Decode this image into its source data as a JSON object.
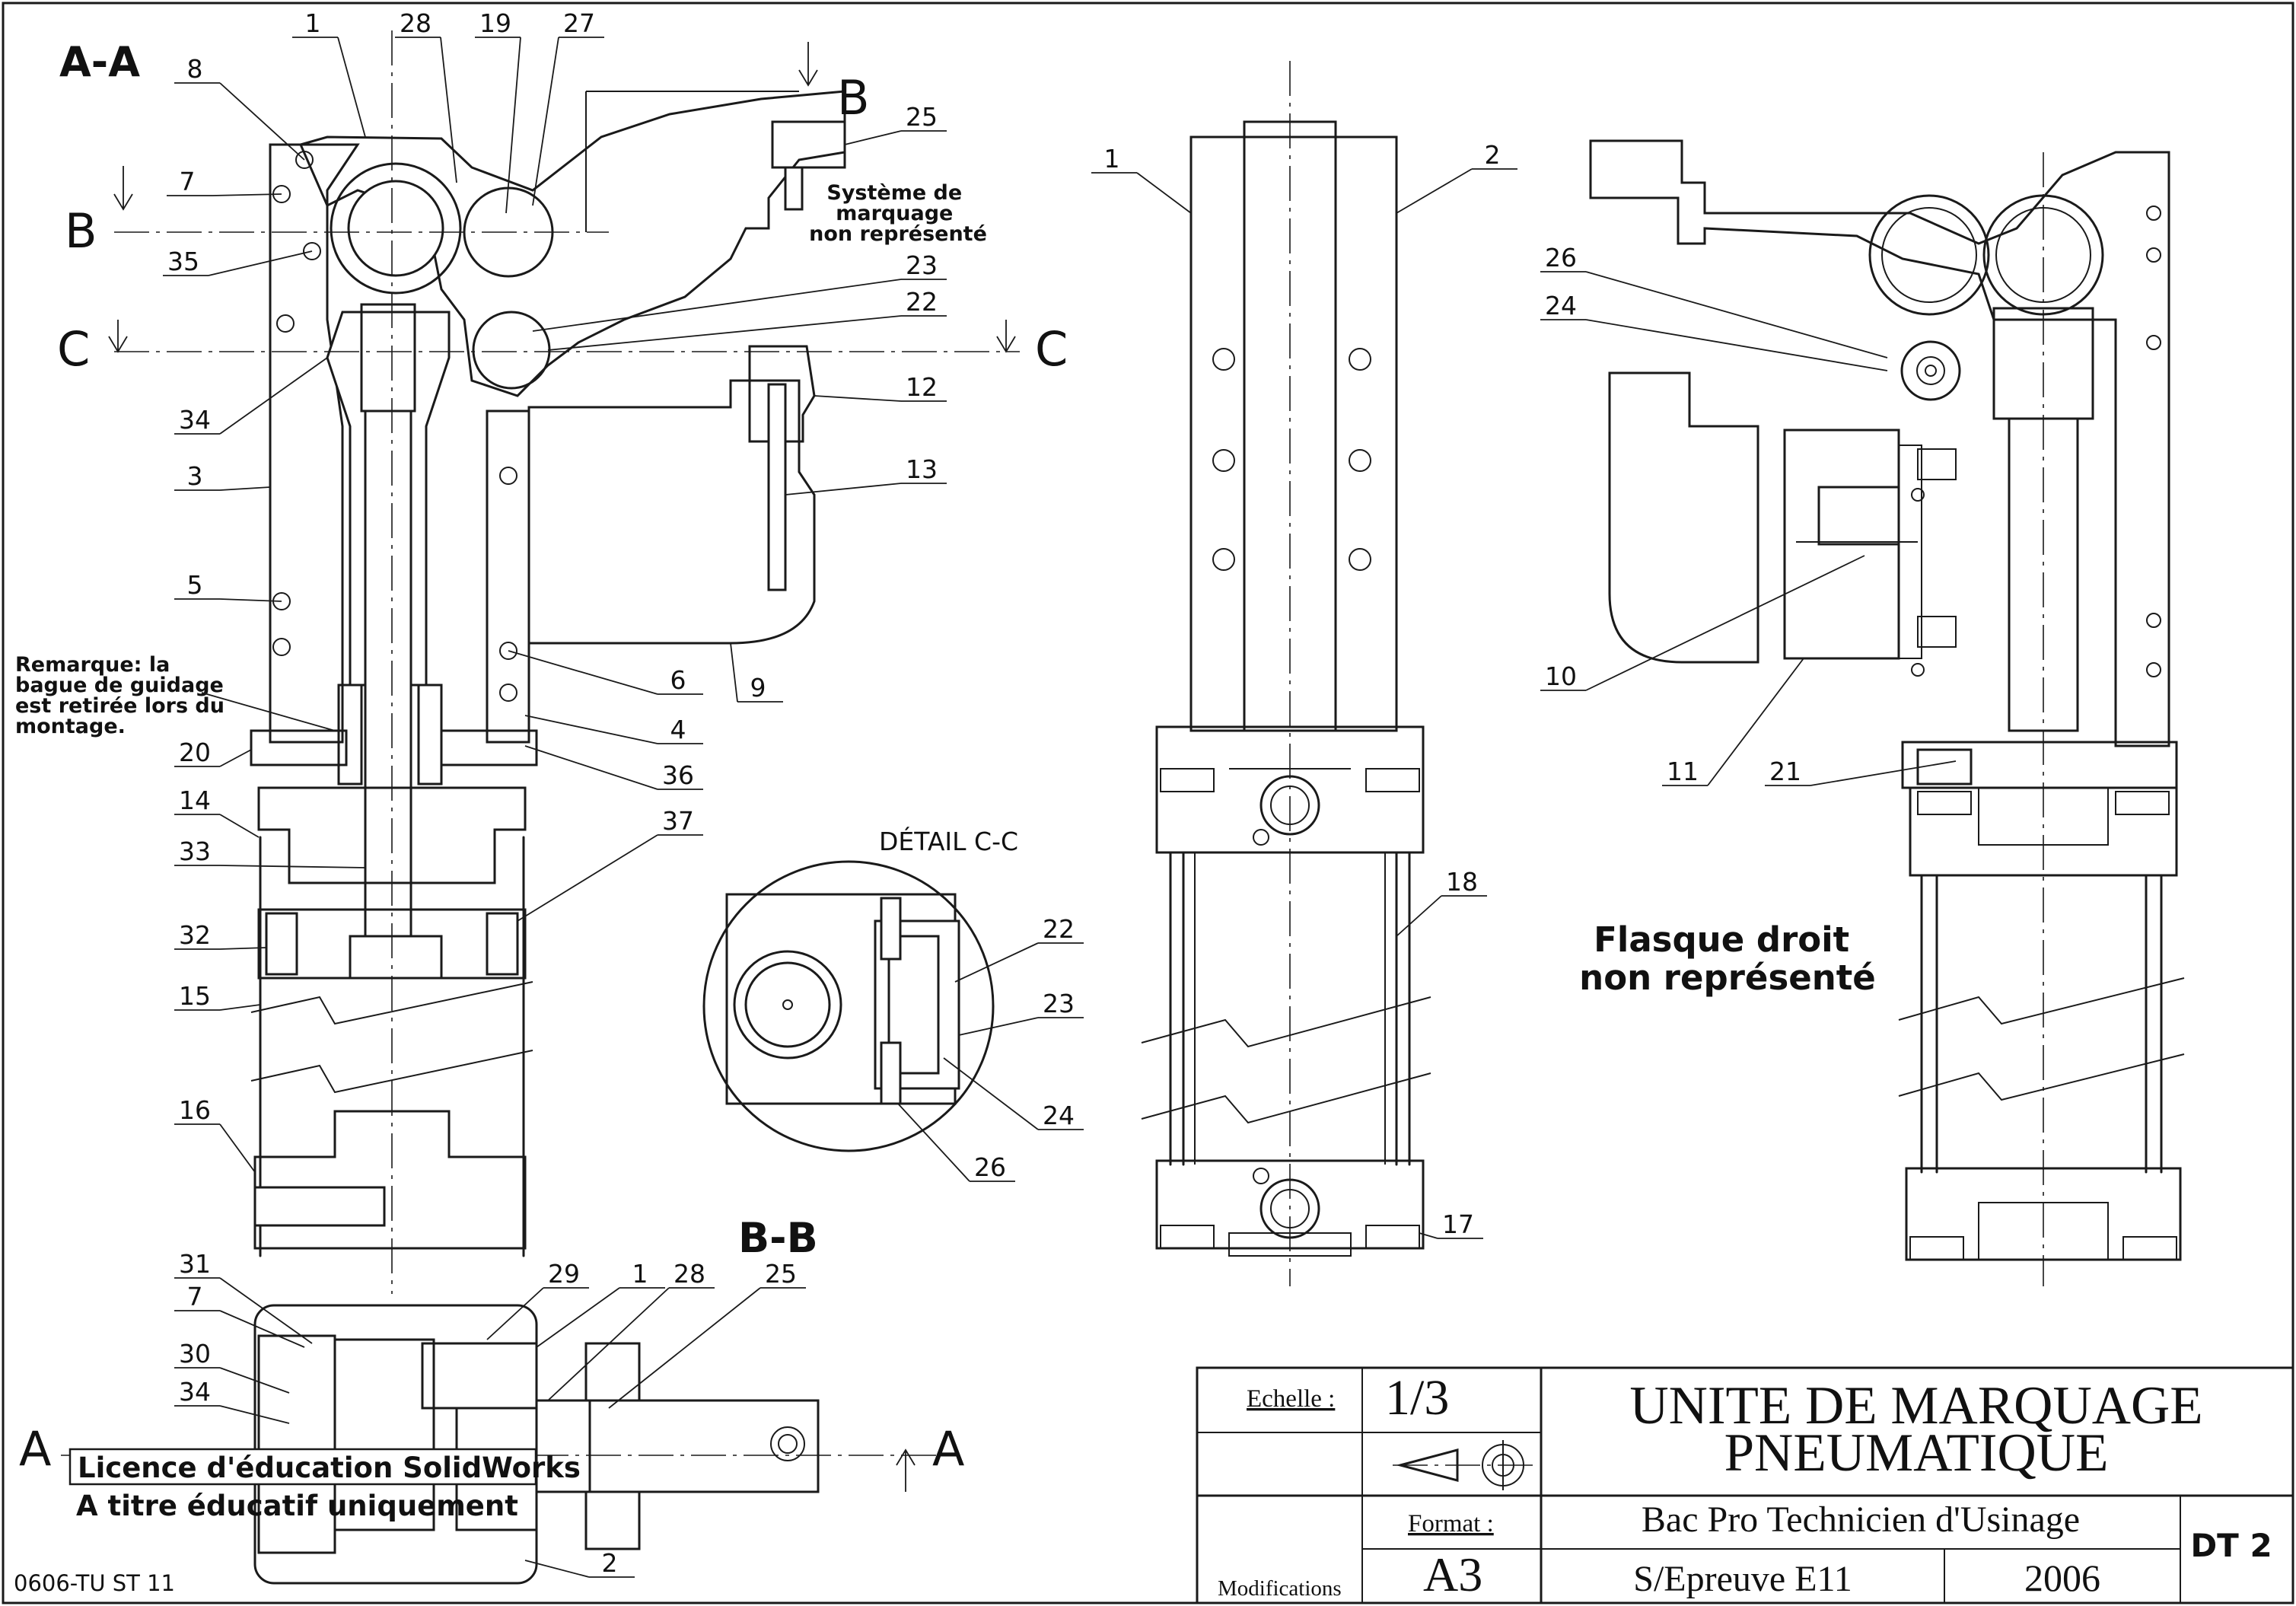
{
  "views": {
    "section_aa": "A-A",
    "section_bb": "B-B",
    "detail_cc": "DÉTAIL C-C"
  },
  "cut_letters": {
    "a_left": "A",
    "a_right": "A",
    "b_left": "B",
    "b_right": "B",
    "c_left": "C",
    "c_right": "C"
  },
  "notes": {
    "marking_system": [
      "Système de",
      "marquage",
      "non représenté"
    ],
    "remark": [
      "Remarque: la",
      "bague de guidage",
      "est retirée lors du",
      "montage."
    ],
    "right_flange": [
      "Flasque droit",
      "non représenté"
    ],
    "watermark_1": "Licence d'éducation SolidWorks",
    "watermark_2": "A titre éducatif uniquement",
    "reference": "0606-TU ST 11"
  },
  "item_numbers": {
    "aa": [
      "1",
      "28",
      "19",
      "27",
      "8",
      "7",
      "35",
      "25",
      "23",
      "22",
      "12",
      "13",
      "34",
      "3",
      "5",
      "9",
      "6",
      "4",
      "36",
      "20",
      "14",
      "33",
      "37",
      "32",
      "15",
      "16"
    ],
    "bb": [
      "31",
      "7",
      "29",
      "1",
      "28",
      "25",
      "30",
      "34",
      "2"
    ],
    "detail": [
      "22",
      "23",
      "24",
      "26"
    ],
    "front": [
      "1",
      "2",
      "18",
      "17"
    ],
    "side": [
      "26",
      "24",
      "10",
      "11",
      "21"
    ]
  },
  "title_block": {
    "scale_label": "Echelle :",
    "scale_value": "1/3",
    "format_label": "Format :",
    "format_value": "A3",
    "modifications_label": "Modifications",
    "title_line1": "UNITE DE MARQUAGE",
    "title_line2": "PNEUMATIQUE",
    "course": "Bac Pro Technicien d'Usinage",
    "exam": "S/Epreuve E11",
    "year": "2006",
    "doc_id": "DT 2"
  },
  "icons": {
    "projection_symbol": "first-angle-projection-icon"
  }
}
